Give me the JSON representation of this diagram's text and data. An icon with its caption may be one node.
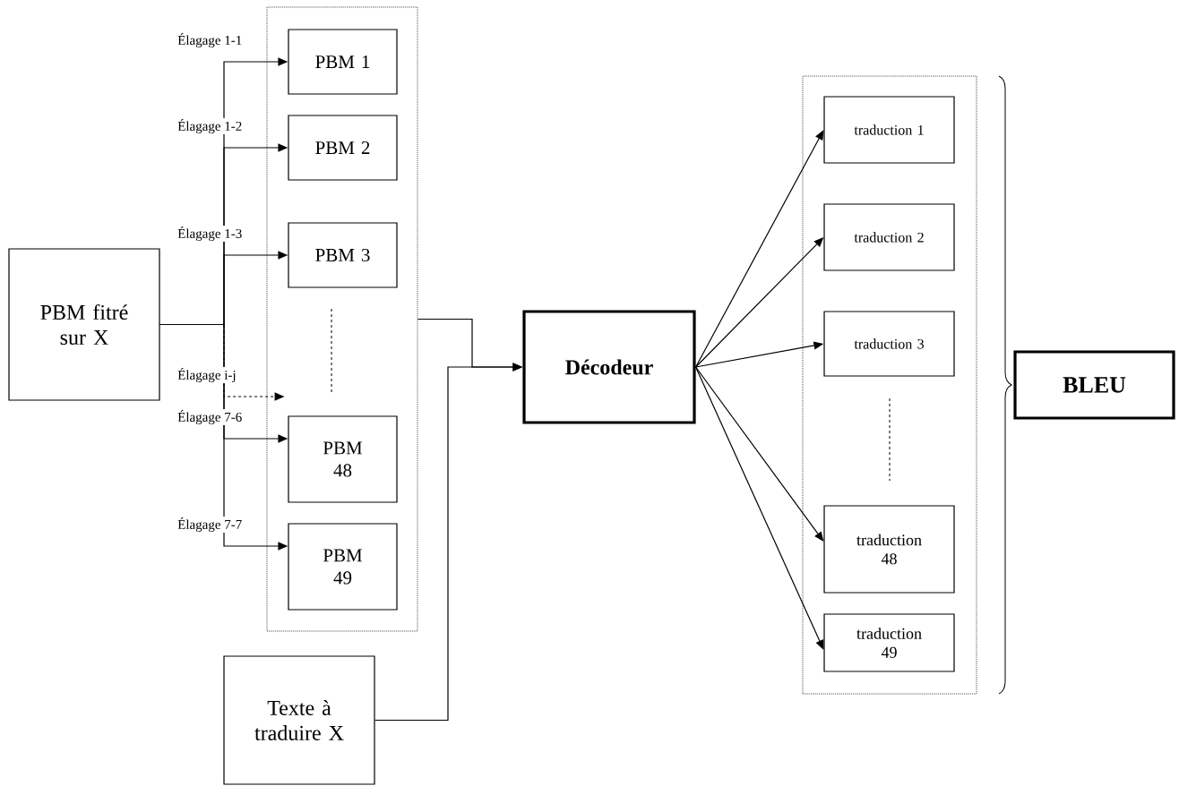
{
  "diagram": {
    "nodes": [
      {
        "text": [
          "PBM fitré sur X"
        ]
      },
      {
        "text": [],
        "shape": "box"
      },
      {
        "text": [
          "PBM 1"
        ],
        "in": 1
      },
      {
        "text": [
          "PBM 2"
        ],
        "in": 1
      },
      {
        "text": [
          "PBM 3"
        ],
        "in": 1
      },
      {
        "text": [
          "PBM 48"
        ],
        "in": 1
      },
      {
        "text": [
          "PBM 49"
        ],
        "in": 1
      },
      {
        "text": [
          "Texte à traduire X"
        ]
      },
      {
        "text": [
          "Décodeur"
        ]
      },
      {
        "text": [],
        "shape": "box"
      },
      {
        "text": [
          "traduction 1"
        ],
        "in": 9
      },
      {
        "text": [
          "traduction 2"
        ],
        "in": 9
      },
      {
        "text": [
          "traduction 3"
        ],
        "in": 9
      },
      {
        "text": [
          "traduction 48"
        ],
        "in": 9
      },
      {
        "text": [
          "traduction 49"
        ],
        "in": 9
      },
      {
        "text": [
          "BLEU"
        ]
      }
    ],
    "edges": [
      {
        "from": 0,
        "to": 2,
        "arrow": "to",
        "label": "Élagage 1-1"
      },
      {
        "from": 0,
        "to": 3,
        "arrow": "to",
        "label": "Élagage 1-2"
      },
      {
        "from": 0,
        "to": 4,
        "arrow": "to",
        "label": "Élagage 1-3"
      },
      {
        "from": 0,
        "to": 1,
        "arrow": "to",
        "label": "Élagage i-j",
        "style": "dashed"
      },
      {
        "from": 0,
        "to": 5,
        "arrow": "to",
        "label": "Élagage 7-6"
      },
      {
        "from": 0,
        "to": 6,
        "arrow": "to",
        "label": "Élagage 7-7"
      },
      {
        "from": 1,
        "to": 8,
        "arrow": "to"
      },
      {
        "from": 7,
        "to": 8,
        "arrow": "to"
      },
      {
        "from": 8,
        "to": 10,
        "arrow": "to"
      },
      {
        "from": 8,
        "to": 11,
        "arrow": "to"
      },
      {
        "from": 8,
        "to": 12,
        "arrow": "to"
      },
      {
        "from": 8,
        "to": 13,
        "arrow": "to"
      },
      {
        "from": 8,
        "to": 14,
        "arrow": "to"
      }
    ]
  }
}
